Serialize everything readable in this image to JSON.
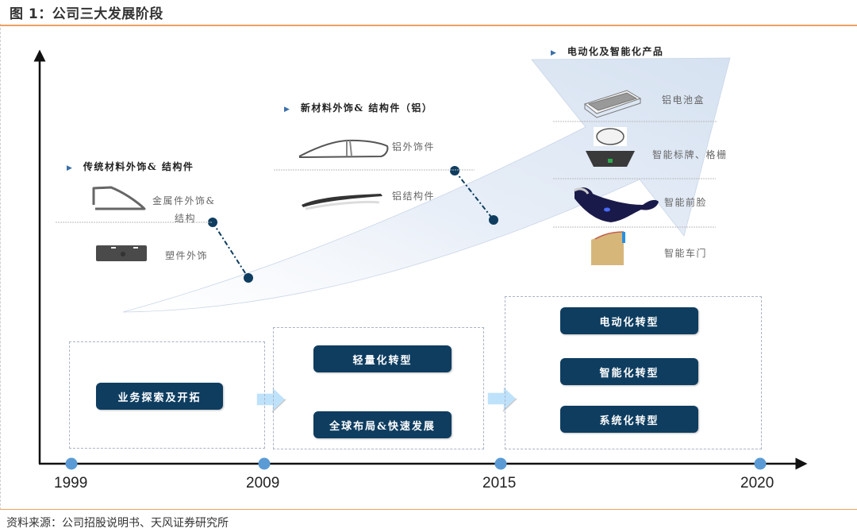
{
  "title": "图 1：公司三大发展阶段",
  "source": "资料来源：公司招股说明书、天风证券研究所",
  "colors": {
    "pill_bg": "#0e3d60",
    "arrow_fill": "#dfe8f4",
    "timeline_dot": "#5b9bd5",
    "connector_dot": "#0e3d60",
    "rule": "#f0a060",
    "bullet": "#3a6fa8"
  },
  "timeline": {
    "years": [
      "1999",
      "2009",
      "2015",
      "2020"
    ]
  },
  "product_groups": [
    {
      "heading": "传统材料外饰& 结构件",
      "items": [
        {
          "icon": "car-door-frame-icon",
          "label_lines": [
            "金属件外饰&",
            "结构"
          ]
        },
        {
          "icon": "plastic-trim-panel-icon",
          "label_lines": [
            "塑件外饰"
          ]
        }
      ]
    },
    {
      "heading": "新材料外饰& 结构件（铝）",
      "items": [
        {
          "icon": "aluminum-window-trim-icon",
          "label_lines": [
            "铝外饰件"
          ]
        },
        {
          "icon": "aluminum-roof-rail-icon",
          "label_lines": [
            "铝结构件"
          ]
        }
      ]
    },
    {
      "heading": "电动化及智能化产品",
      "items": [
        {
          "icon": "battery-tray-icon",
          "label_lines": [
            "铝电池盒"
          ]
        },
        {
          "icon": "emblem-grille-icon",
          "label_lines": [
            "智能标牌、格栅"
          ]
        },
        {
          "icon": "front-fascia-icon",
          "label_lines": [
            "智能前脸"
          ]
        },
        {
          "icon": "car-door-icon",
          "label_lines": [
            "智能车门"
          ]
        }
      ]
    }
  ],
  "stages": [
    {
      "pills": [
        "业务探索及开拓"
      ]
    },
    {
      "pills": [
        "轻量化转型",
        "全球布局&快速发展"
      ]
    },
    {
      "pills": [
        "电动化转型",
        "智能化转型",
        "系统化转型"
      ]
    }
  ]
}
